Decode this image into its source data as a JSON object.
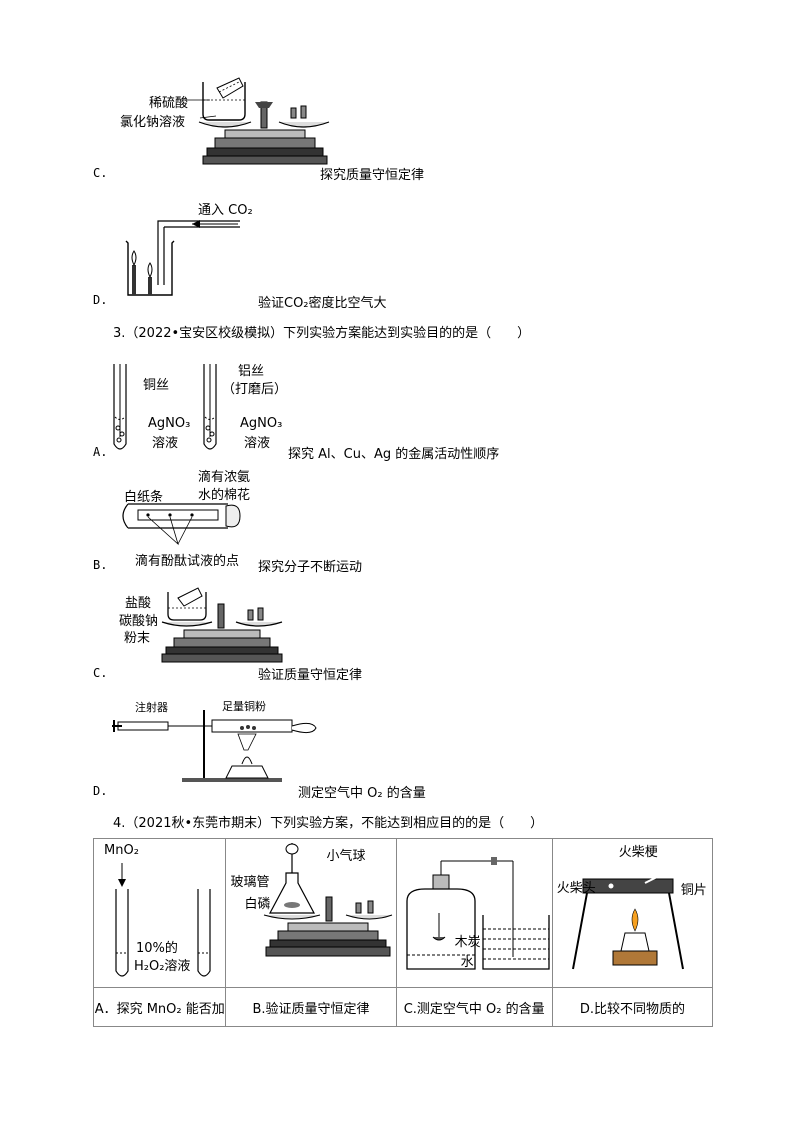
{
  "items": [
    {
      "option": "C.",
      "labels": [
        "稀硫酸",
        "氯化钠溶液"
      ],
      "caption": "探究质量守恒定律"
    },
    {
      "option": "D.",
      "labels": [
        "通入 CO₂"
      ],
      "caption": "验证CO₂密度比空气大"
    }
  ],
  "q3": {
    "stem": "3.（2022•宝安区校级模拟）下列实验方案能达到实验目的的是（　　）",
    "A": {
      "option": "A.",
      "labels": [
        "铜丝",
        "AgNO₃",
        "溶液",
        "铝丝",
        "（打磨后）",
        "AgNO₃",
        "溶液"
      ],
      "caption": "探究 Al、Cu、Ag 的金属活动性顺序"
    },
    "B": {
      "option": "B.",
      "labels": [
        "滴有浓氨",
        "水的棉花",
        "白纸条",
        "滴有酚酞试液的点"
      ],
      "caption": "探究分子不断运动"
    },
    "C": {
      "option": "C.",
      "labels": [
        "盐酸",
        "碳酸钠",
        "粉末"
      ],
      "caption": "验证质量守恒定律"
    },
    "D": {
      "option": "D.",
      "labels": [
        "注射器",
        "足量铜粉"
      ],
      "caption": "测定空气中 O₂ 的含量"
    }
  },
  "q4": {
    "stem": "4.（2021秋•东莞市期末）下列实验方案，不能达到相应目的的是（　　）",
    "cells": [
      {
        "labels": [
          "MnO₂",
          "10%的",
          "H₂O₂溶液"
        ],
        "caption": "A．探究 MnO₂ 能否加"
      },
      {
        "labels": [
          "小气球",
          "玻璃管",
          "白磷"
        ],
        "caption": "B.验证质量守恒定律"
      },
      {
        "labels": [
          "木炭",
          "水"
        ],
        "caption": "C.测定空气中 O₂ 的含量"
      },
      {
        "labels": [
          "火柴梗",
          "火柴头",
          "铜片"
        ],
        "caption": "D.比较不同物质的"
      }
    ]
  }
}
